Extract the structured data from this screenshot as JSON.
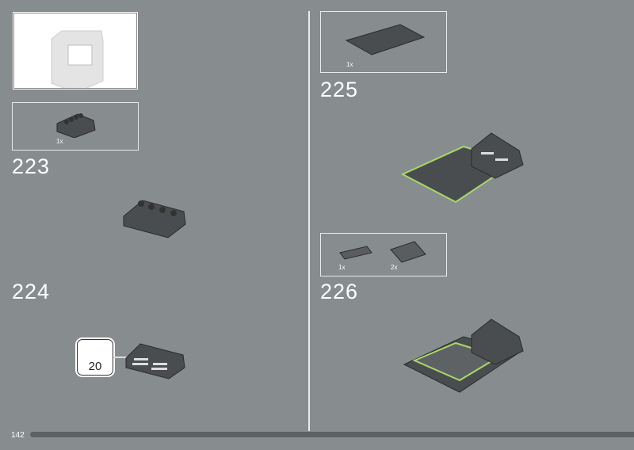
{
  "page_number": "142",
  "progress": 1.0,
  "steps": [
    {
      "number": "223",
      "parts": [
        {
          "qty": "1x"
        }
      ]
    },
    {
      "number": "224"
    },
    {
      "number": "225",
      "parts": [
        {
          "qty": "1x"
        }
      ]
    },
    {
      "number": "226",
      "parts": [
        {
          "qty": "1x"
        },
        {
          "qty": "2x"
        }
      ]
    }
  ],
  "sticker": {
    "number": "20"
  },
  "colors": {
    "background": "#878c8f",
    "brick": "#4a4d4f",
    "highlight": "#a8d86a"
  }
}
